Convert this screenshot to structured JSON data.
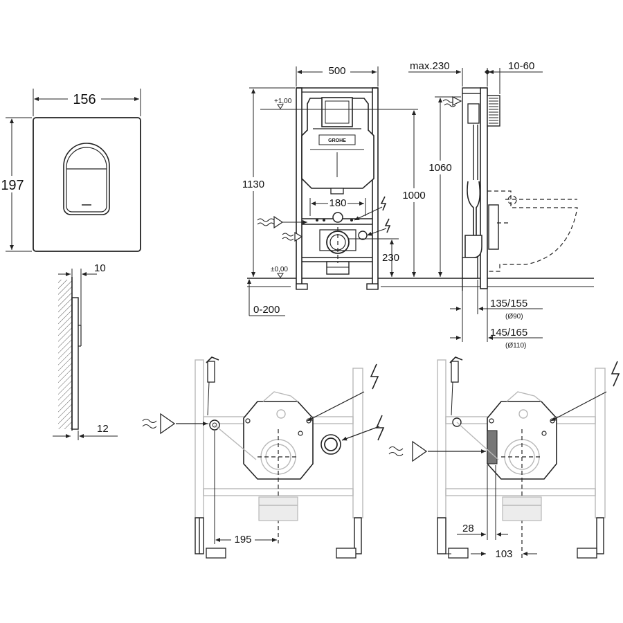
{
  "flush_plate": {
    "width": "156",
    "height": "197",
    "depth": "10",
    "wall_depth": "12"
  },
  "frame_front": {
    "width": "500",
    "height": "1130",
    "cistern_height": "1000",
    "outlet_spacing": "180",
    "outlet_height": "230",
    "floor_adjust": "0-200",
    "level_top": "+1,00",
    "level_zero": "±0,00",
    "brand": "GROHE"
  },
  "frame_side": {
    "max_depth": "max.230",
    "wall_gap": "10-60",
    "height": "1060",
    "outlet_90": "135/155",
    "outlet_90_sub": "(Ø90)",
    "outlet_110": "145/165",
    "outlet_110_sub": "(Ø110)"
  },
  "detail_left": {
    "offset": "195"
  },
  "detail_right": {
    "gap": "28",
    "offset": "103"
  }
}
